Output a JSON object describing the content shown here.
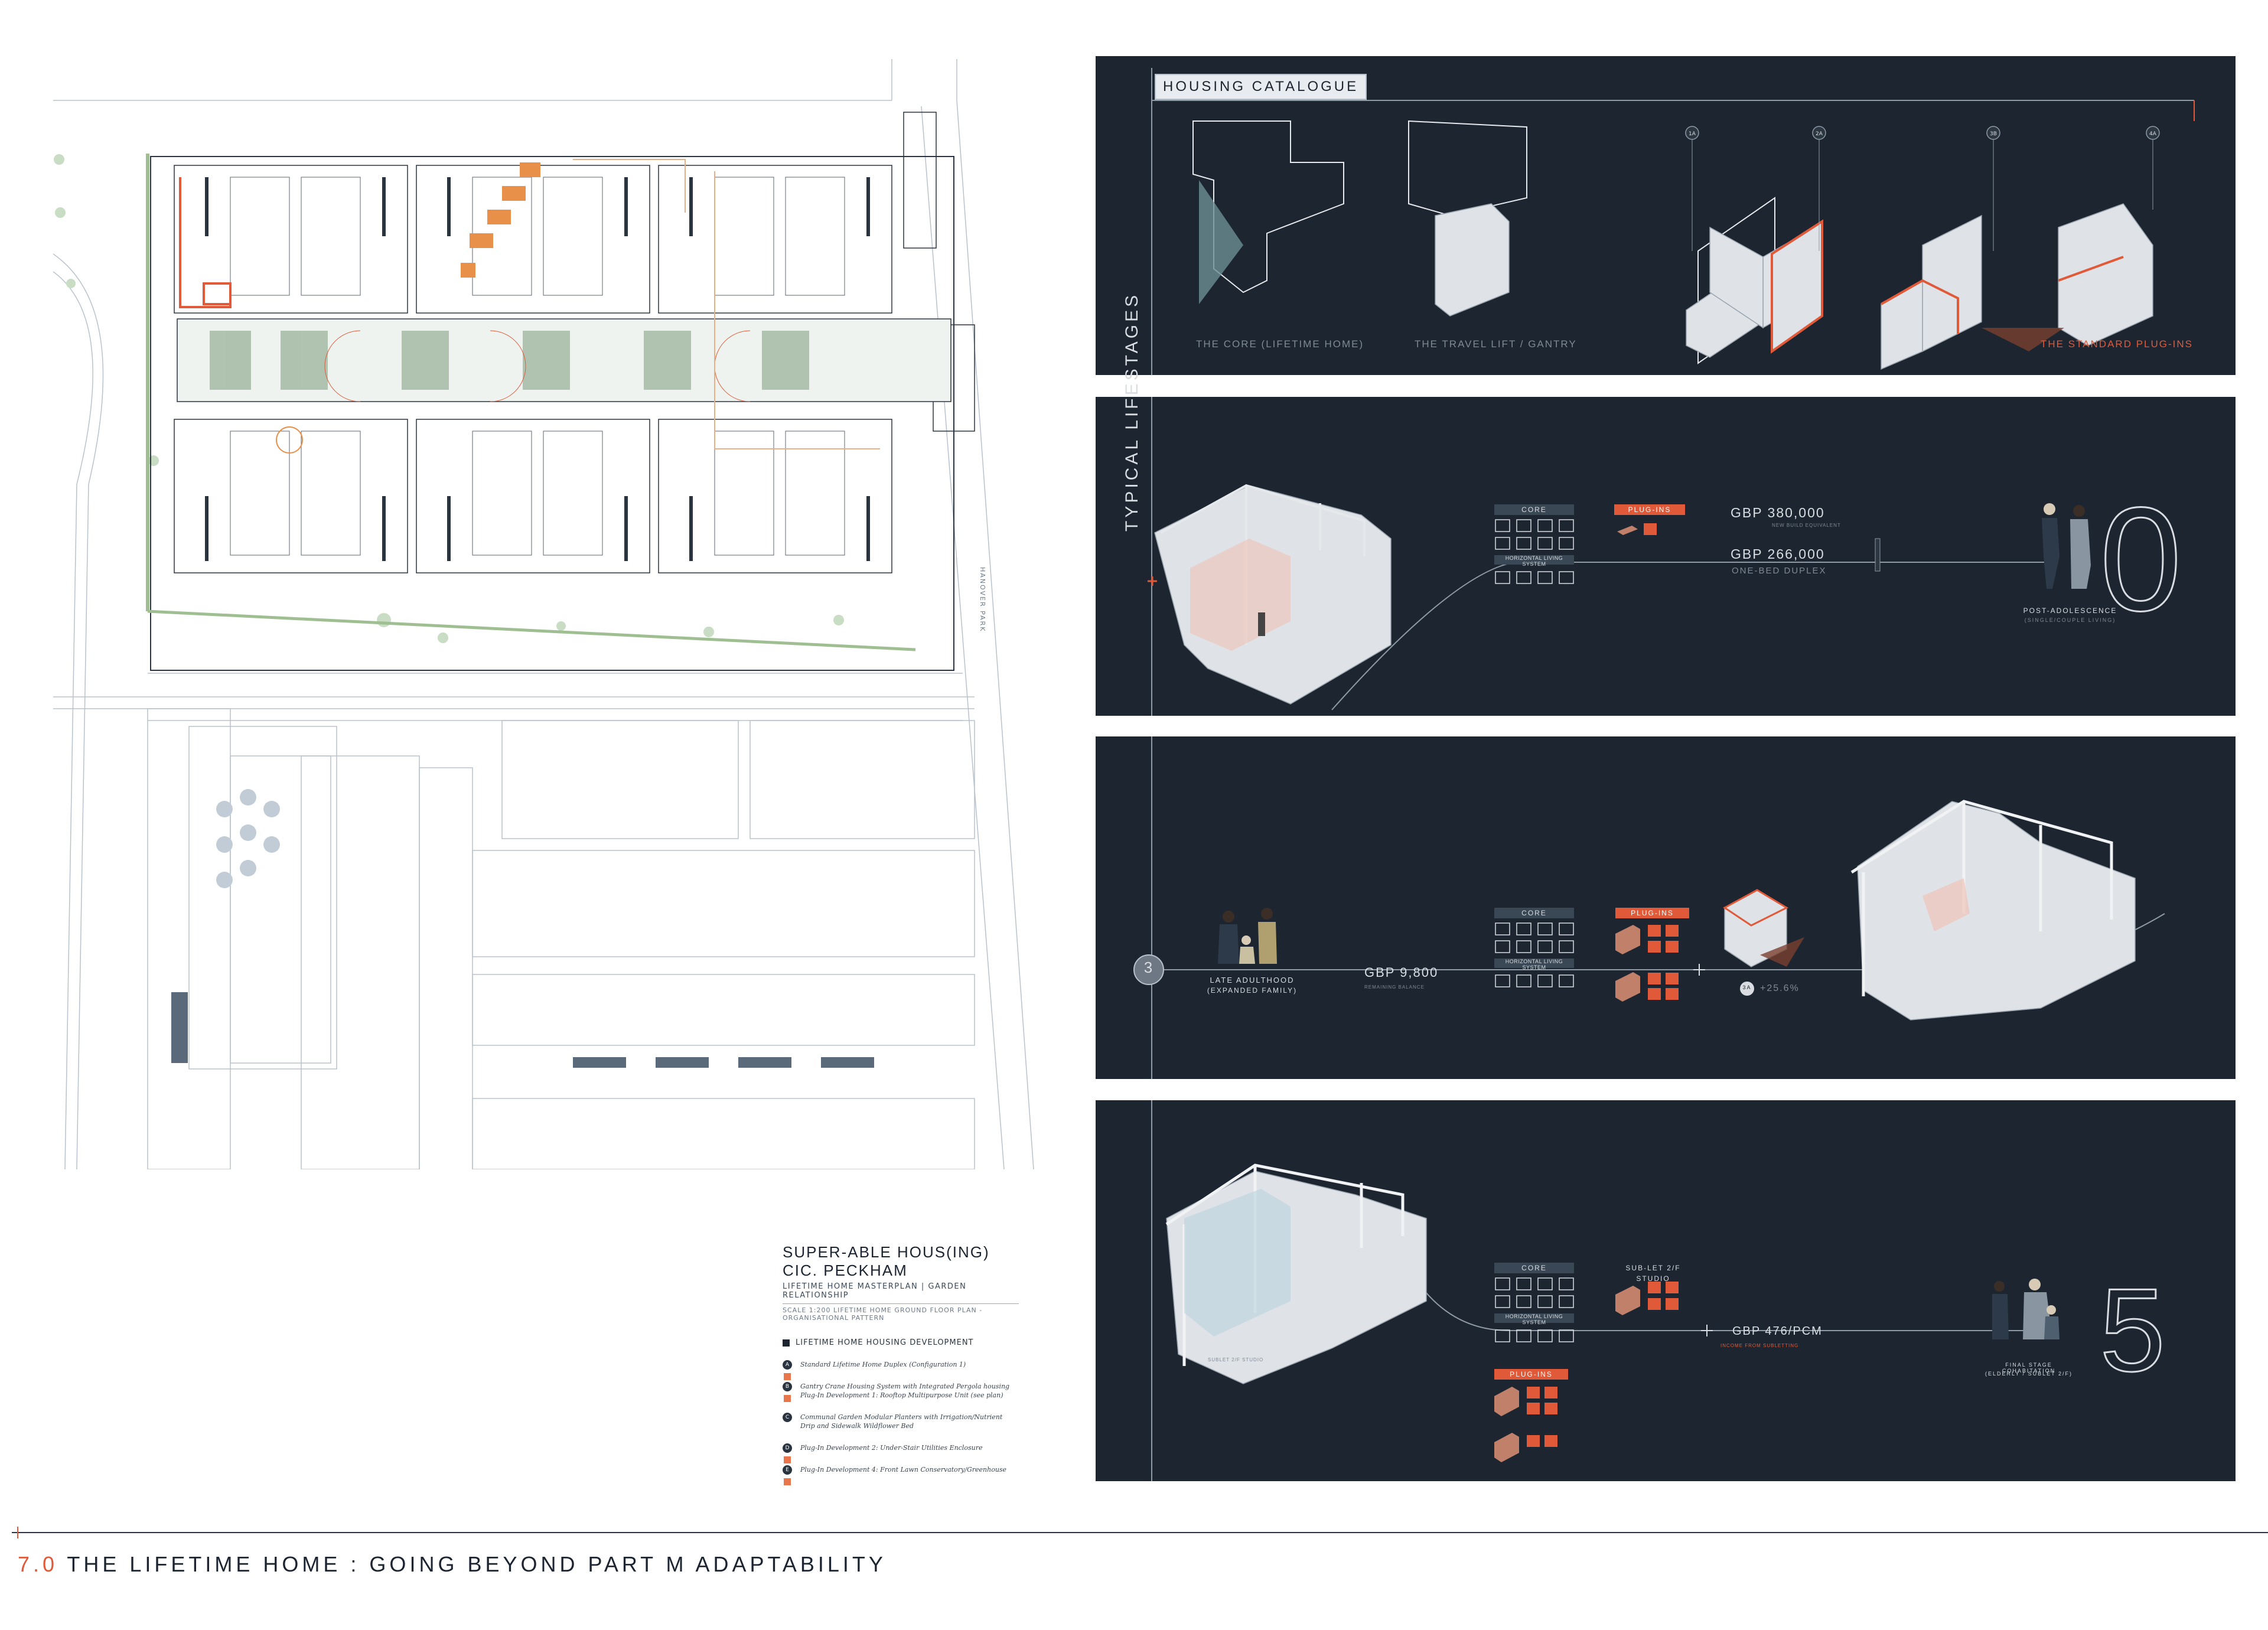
{
  "masterplan": {
    "street_label": "HANOVER PARK",
    "legend_title": "SUPER-ABLE HOUS(ING) CIC. PECKHAM",
    "legend_subtitle": "LIFETIME HOME MASTERPLAN | GARDEN RELATIONSHIP",
    "legend_scale": "SCALE 1:200 LIFETIME HOME GROUND FLOOR PLAN - ORGANISATIONAL PATTERN",
    "legend_key": "LIFETIME HOME HOUSING DEVELOPMENT",
    "legend_items": [
      {
        "badge": "A",
        "text": "Standard Lifetime Home Duplex (Configuration 1)"
      },
      {
        "badge": "B",
        "text": "Gantry Crane Housing System with Integrated Pergola housing Plug-In Development 1: Rooftop Multipurpose Unit (see plan)"
      },
      {
        "badge": "C",
        "text": "Communal Garden Modular Planters with Irrigation/Nutrient Drip and Sidewalk Wildflower Bed"
      },
      {
        "badge": "D",
        "text": "Plug-In Development 2: Under-Stair Utilities Enclosure"
      },
      {
        "badge": "E",
        "text": "Plug-In Development 4: Front Lawn Conservatory/Greenhouse"
      }
    ]
  },
  "catalogue": {
    "title": "HOUSING CATALOGUE",
    "core_label": "THE CORE (LIFETIME HOME)",
    "gantry_label": "THE TRAVEL LIFT / GANTRY",
    "plugins_label": "THE STANDARD PLUG-INS",
    "markers": [
      "1A",
      "2A",
      "3B",
      "4A"
    ]
  },
  "lifestages": {
    "side_title": "TYPICAL LIFESTAGES",
    "stage0": {
      "number": "0",
      "core": "CORE",
      "plugins": "PLUG-INS",
      "horizontal": "HORIZONTAL LIVING SYSTEM",
      "price_a": "GBP 380,000",
      "price_a_note": "NEW BUILD EQUIVALENT",
      "price_b": "GBP 266,000",
      "price_b_note": "ONE-BED DUPLEX",
      "stage_label": "POST-ADOLESCENCE",
      "stage_sub": "(SINGLE/COUPLE LIVING)"
    },
    "stage3": {
      "number": "3",
      "core": "CORE",
      "plugins": "PLUG-INS",
      "horizontal": "HORIZONTAL LIVING SYSTEM",
      "stage_label": "LATE ADULTHOOD",
      "stage_sub": "(EXPANDED FAMILY)",
      "price": "GBP 9,800",
      "price_note": "REMAINING BALANCE",
      "badge": "3A",
      "change": "+25.6%"
    },
    "stage5": {
      "number": "5",
      "core": "CORE",
      "sublet": "SUB-LET 2/F STUDIO",
      "horizontal": "HORIZONTAL LIVING SYSTEM",
      "plugins": "PLUG-INS",
      "price": "GBP 476/PCM",
      "price_note": "INCOME FROM SUBLETTING",
      "studio_label": "SUBLET 2/F STUDIO",
      "stage_label": "FINAL STAGE COHABITATION",
      "stage_sub": "(ELDERLY / SUBLET 2/F)"
    }
  },
  "footer": {
    "number": "7.0",
    "title": "THE LIFETIME HOME : GOING BEYOND PART M ADAPTABILITY"
  },
  "colors": {
    "accent": "#e05a3a",
    "panel": "#1c2530",
    "line": "#2a3440",
    "orange": "#e8904a"
  }
}
